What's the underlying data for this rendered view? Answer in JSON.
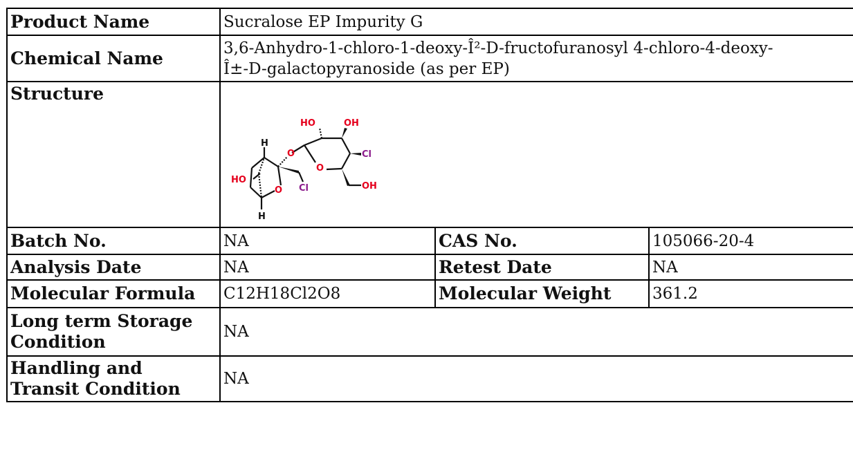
{
  "table": {
    "product_name": {
      "label": "Product Name",
      "value": "Sucralose EP Impurity G"
    },
    "chemical_name": {
      "label": "Chemical Name",
      "line1": "3,6-Anhydro-1-chloro-1-deoxy-Î²-D-fructofuranosyl 4-chloro-4-deoxy-",
      "line2": "Î±-D-galactopyranoside (as per EP)"
    },
    "structure": {
      "label": "Structure",
      "atoms": {
        "ho_top": "HO",
        "oh_top": "OH",
        "h_top": "H",
        "o_link": "O",
        "cl_right": "Cl",
        "o_ring6": "O",
        "ho_left": "HO",
        "o_ring5": "O",
        "cl_bottom": "Cl",
        "oh_right": "OH",
        "h_bottom": "H"
      },
      "colors": {
        "oxygen": "#e5001c",
        "chlorine": "#8b1a8b",
        "bond": "#111111"
      }
    },
    "batch_no": {
      "label": "Batch No.",
      "value": "NA"
    },
    "cas_no": {
      "label": "CAS No.",
      "value": "105066-20-4"
    },
    "analysis_date": {
      "label": "Analysis Date",
      "value": "NA"
    },
    "retest_date": {
      "label": "Retest Date",
      "value": "NA"
    },
    "molecular_formula": {
      "label": "Molecular Formula",
      "value": "C12H18Cl2O8"
    },
    "molecular_weight": {
      "label": "Molecular Weight",
      "value": "361.2"
    },
    "long_term_storage": {
      "label_line1": "Long term Storage",
      "label_line2": "Condition",
      "value": "NA"
    },
    "handling_transit": {
      "label_line1": "Handling and",
      "label_line2": "Transit Condition",
      "value": "NA"
    }
  }
}
